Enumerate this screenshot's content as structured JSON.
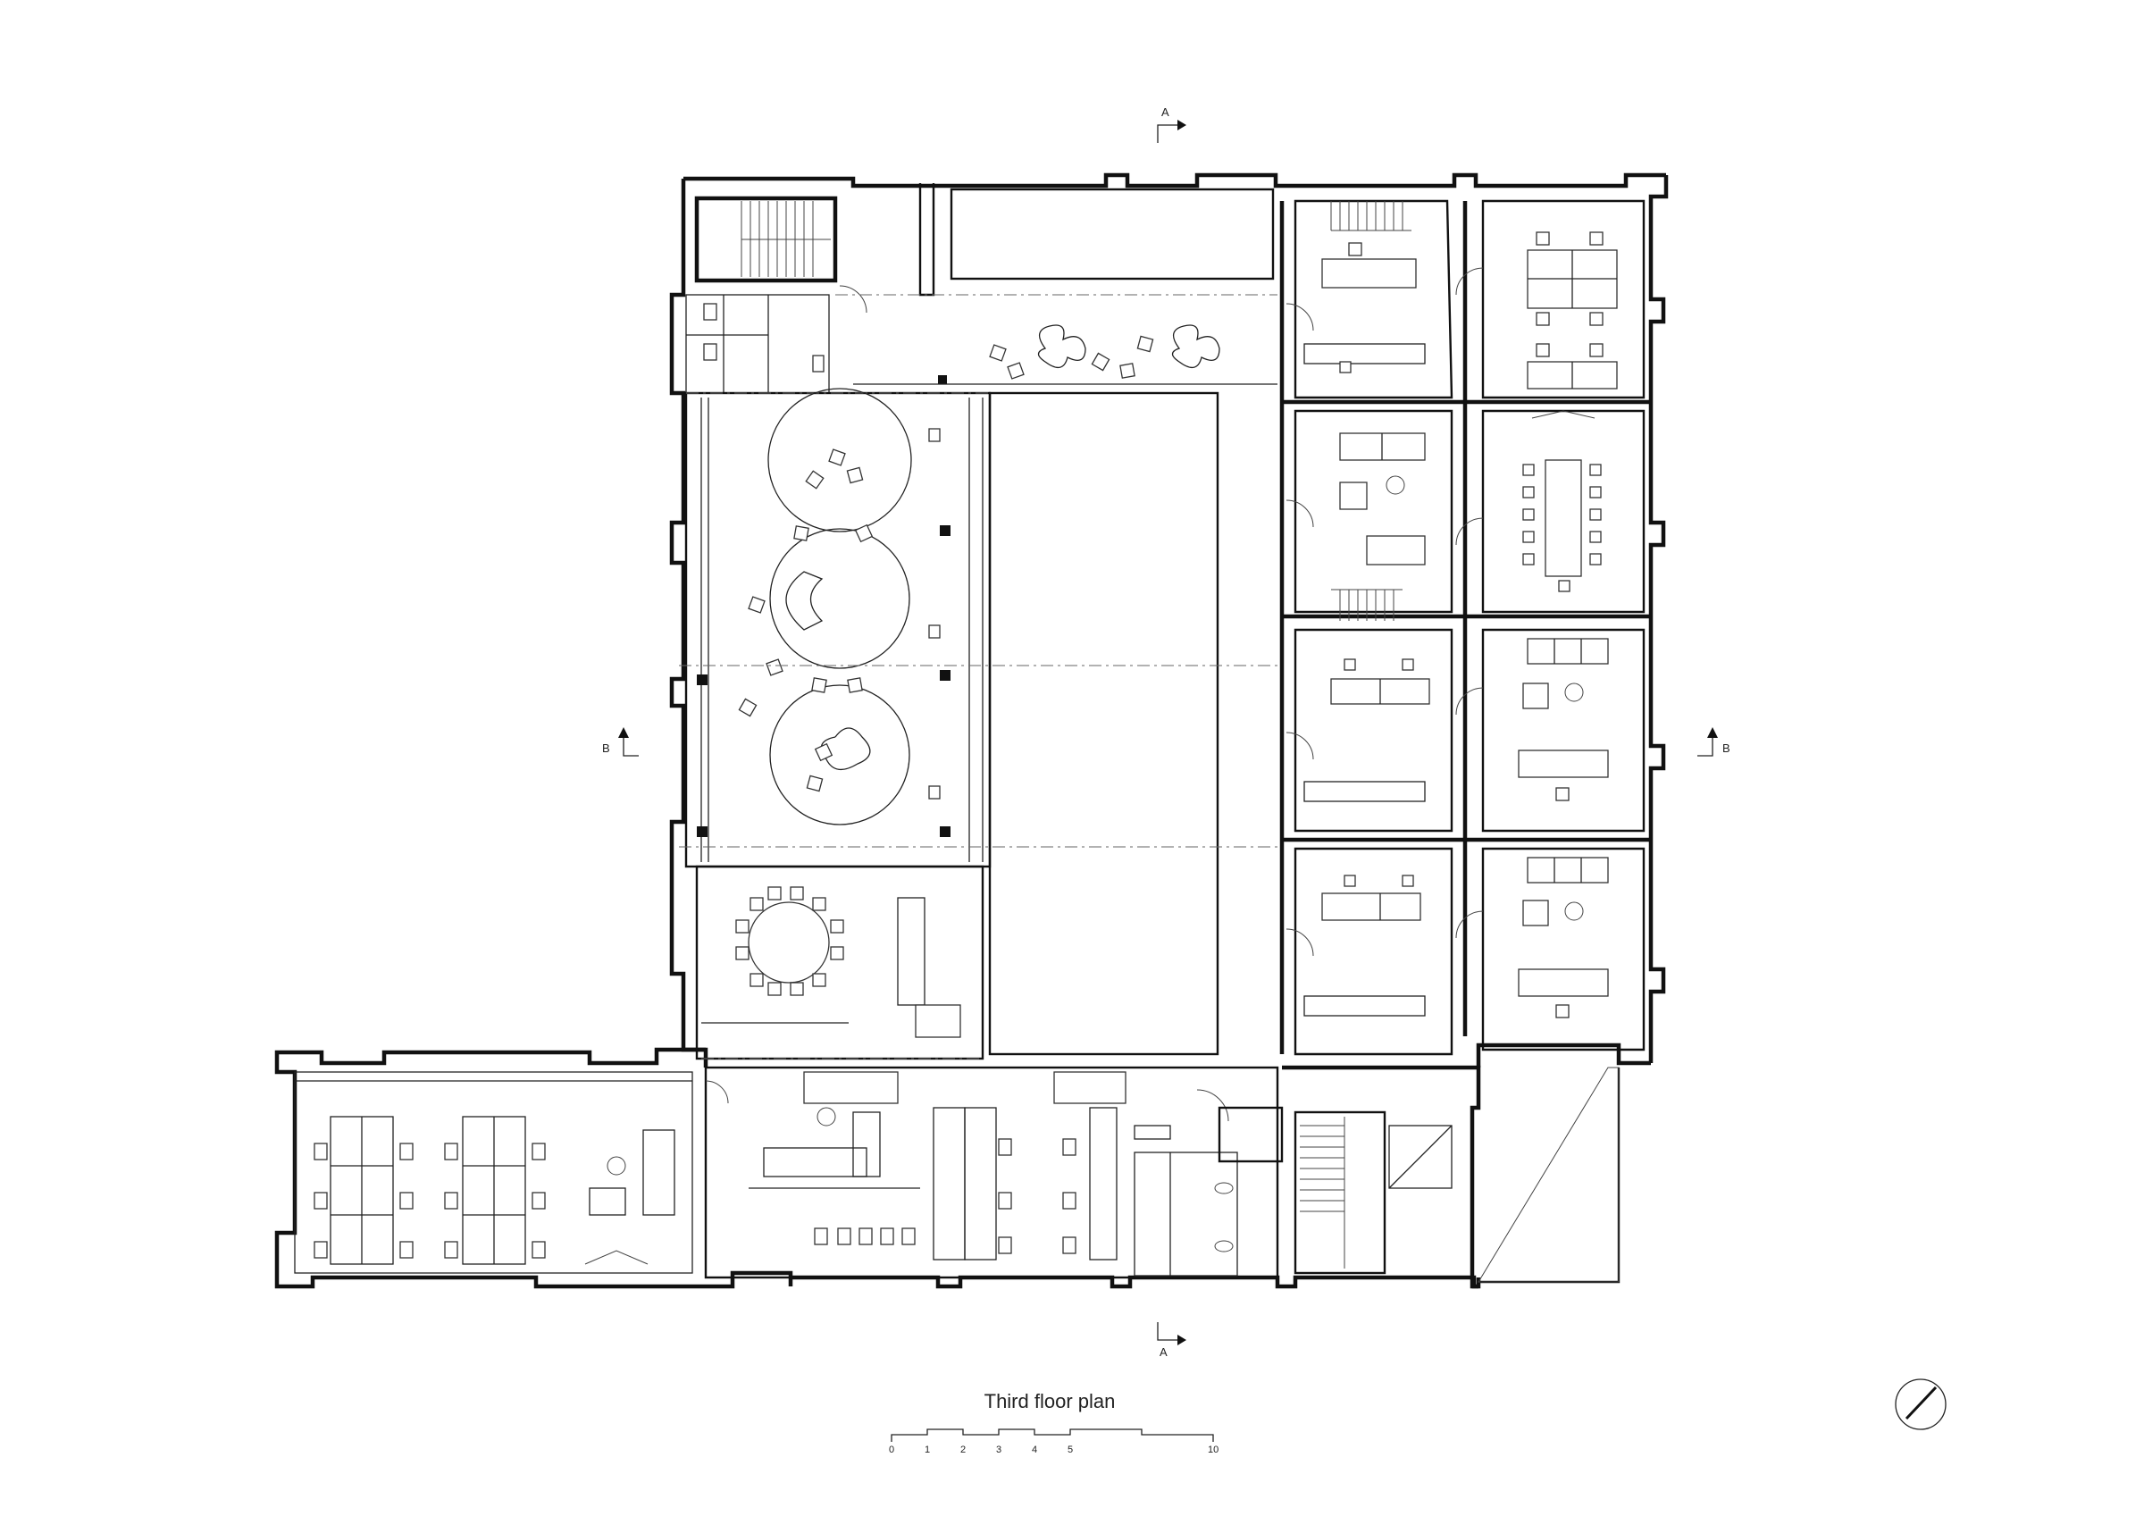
{
  "plan": {
    "title": "Third floor plan",
    "section_markers": [
      {
        "id": "section-a-top",
        "label": "A"
      },
      {
        "id": "section-a-bottom",
        "label": "A"
      },
      {
        "id": "section-b-left",
        "label": "B"
      },
      {
        "id": "section-b-right",
        "label": "B"
      }
    ],
    "scale_bar": {
      "labels": [
        "0",
        "1",
        "2",
        "3",
        "4",
        "5",
        "10"
      ]
    },
    "north_arrow": {
      "icon": "north-arrow-icon"
    }
  }
}
